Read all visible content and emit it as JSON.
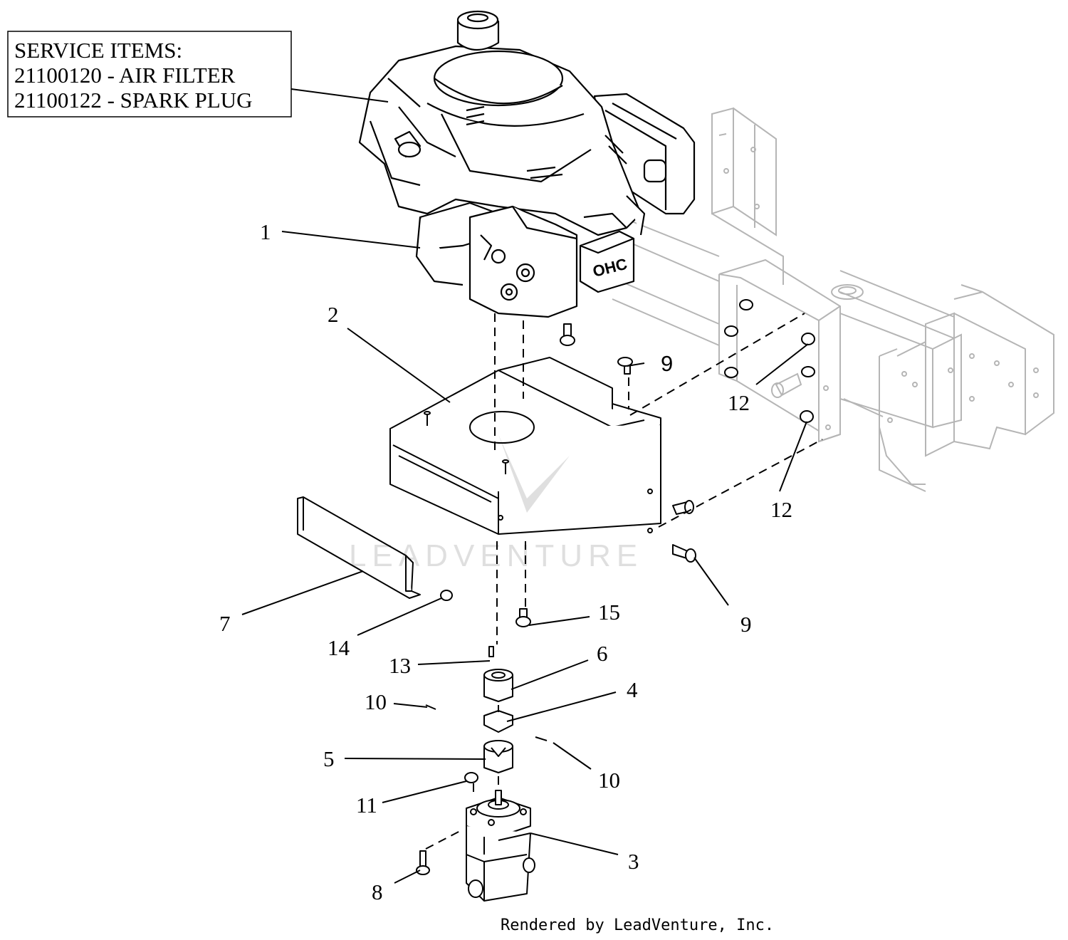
{
  "service_box": {
    "line1": "SERVICE ITEMS:",
    "line2": "21100120 - AIR FILTER",
    "line3": "21100122 - SPARK PLUG"
  },
  "callouts": {
    "c1": "1",
    "c2": "2",
    "c3": "3",
    "c4": "4",
    "c5": "5",
    "c6": "6",
    "c7": "7",
    "c8": "8",
    "c9_top": "9",
    "c9_bottom": "9",
    "c10_left": "10",
    "c10_right": "10",
    "c11": "11",
    "c12_top": "12",
    "c12_bottom": "12",
    "c13": "13",
    "c14": "14",
    "c15": "15"
  },
  "engine_label": "OHC",
  "watermark": "LEADVENTURE",
  "footer": "Rendered by LeadVenture, Inc."
}
